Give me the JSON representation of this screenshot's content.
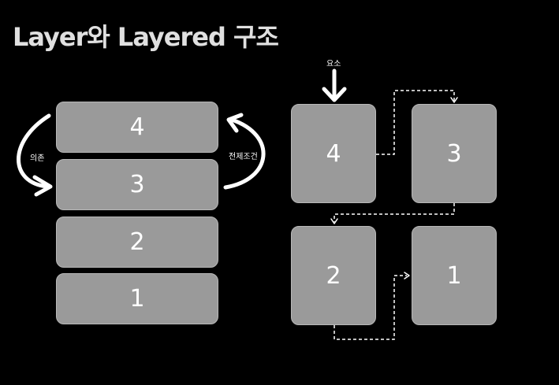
{
  "title": "Layer와 Layered 구조",
  "layers": {
    "l4": "4",
    "l3": "3",
    "l2": "2",
    "l1": "1"
  },
  "arrows": {
    "depend_label": "의존",
    "precondition_label": "전제조건",
    "element_label": "요소"
  },
  "boxes": {
    "b4": "4",
    "b3": "3",
    "b2": "2",
    "b1": "1"
  },
  "colors": {
    "background": "#000000",
    "block": "#9a9a9a",
    "text": "#ffffff"
  }
}
